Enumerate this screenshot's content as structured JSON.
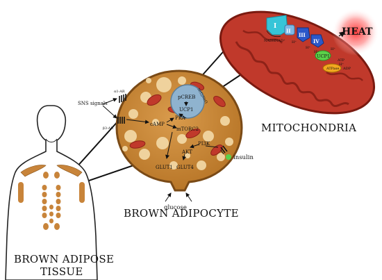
{
  "labels": {
    "heat": "HEAT",
    "mitochondria": "MITOCHONDRIA",
    "brown_adipocyte": "BROWN ADIPOCYTE",
    "brown_adipose_tissue_line1": "BROWN ADIPOSE",
    "brown_adipose_tissue_line2": "TISSUE",
    "sns_signals": "SNS signals",
    "a1_ar": "α1-AR",
    "b3_ar": "β3-AR",
    "camp": "cAMP",
    "pka": "PKA",
    "mtorc2": "mTORC2",
    "pcreb": "pCREB",
    "ucp1_nucleus": "UCP1",
    "nucleus_tag": "Nrf2/Nrf1",
    "pi3k": "PI3K",
    "akt": "AKT",
    "glut1": "GLUT1",
    "glut4": "GLUT4",
    "glucose": "glucose",
    "insulin": "insulin",
    "complex_1": "I",
    "complex_2": "II",
    "complex_3": "III",
    "complex_4": "IV",
    "nadh": "NADH",
    "nad": "NAD⁺",
    "h_plus_1": "H⁺",
    "h_plus_2": "H⁺",
    "h_plus_3": "H⁺",
    "h_plus_4": "H⁺",
    "ucp1_mito": "UCP1",
    "atp": "ATP",
    "atpase": "ATPase",
    "adp": "ADP",
    "h_plus_atp": "H⁺"
  },
  "colors": {
    "cell_fill": "#c98a3c",
    "cell_edge": "#7a4a16",
    "lipid": "#f3d9a6",
    "mito_red": "#c0392b",
    "mito_dark": "#8e2218",
    "nucleus": "#8fb3cf",
    "complex_cyan": "#36c5d8",
    "complex_blue": "#2a57c9",
    "ucp1_green": "#5bd14a",
    "atpase_orange": "#f2a820",
    "heat_glow": "#ff3b3b",
    "body_tissue": "#c8843a"
  }
}
